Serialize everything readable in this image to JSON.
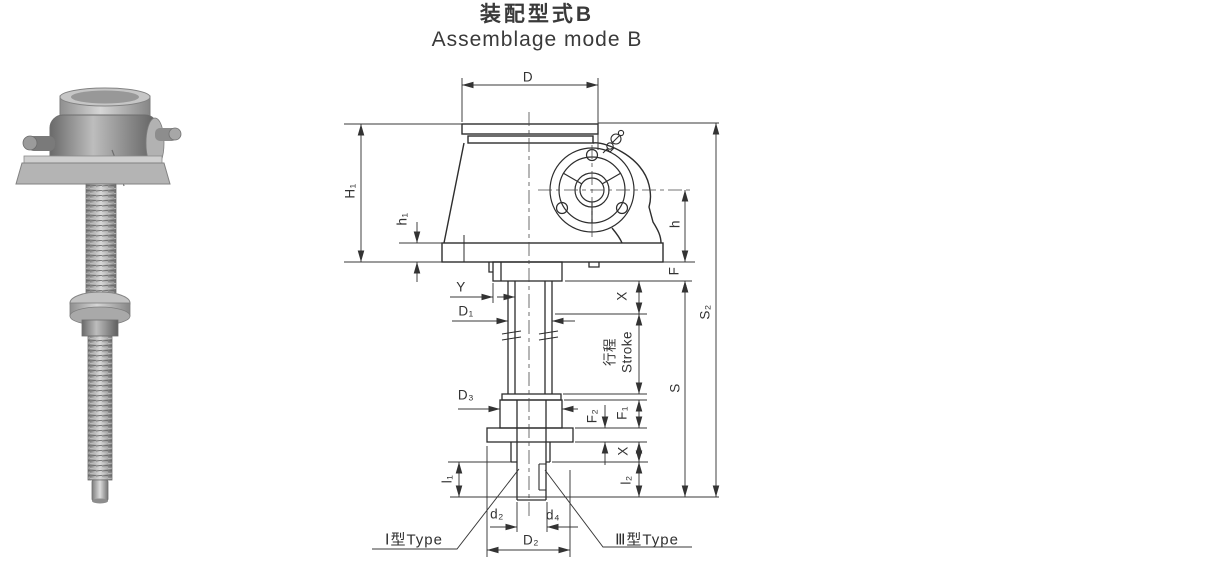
{
  "title": {
    "line1_zh": "装配型式B",
    "line2_en": "Assemblage mode B"
  },
  "drawing": {
    "ink": "#333333",
    "labels": {
      "D": "D",
      "H1": "H₁",
      "h1": "h₁",
      "h": "h",
      "F": "F",
      "X_upper": "X",
      "Y": "Y",
      "D1": "D₁",
      "stroke_zh": "行程",
      "stroke_en": "Stroke",
      "S": "S",
      "S2": "S₂",
      "D3": "D₃",
      "F2": "F₂",
      "F1": "F₁",
      "X_lower": "X",
      "l1": "l₁",
      "l2": "l₂",
      "d2": "d₂",
      "d4": "d₄",
      "D2": "D₂",
      "type1": "Ⅰ型Type",
      "type3": "Ⅲ型Type"
    }
  }
}
